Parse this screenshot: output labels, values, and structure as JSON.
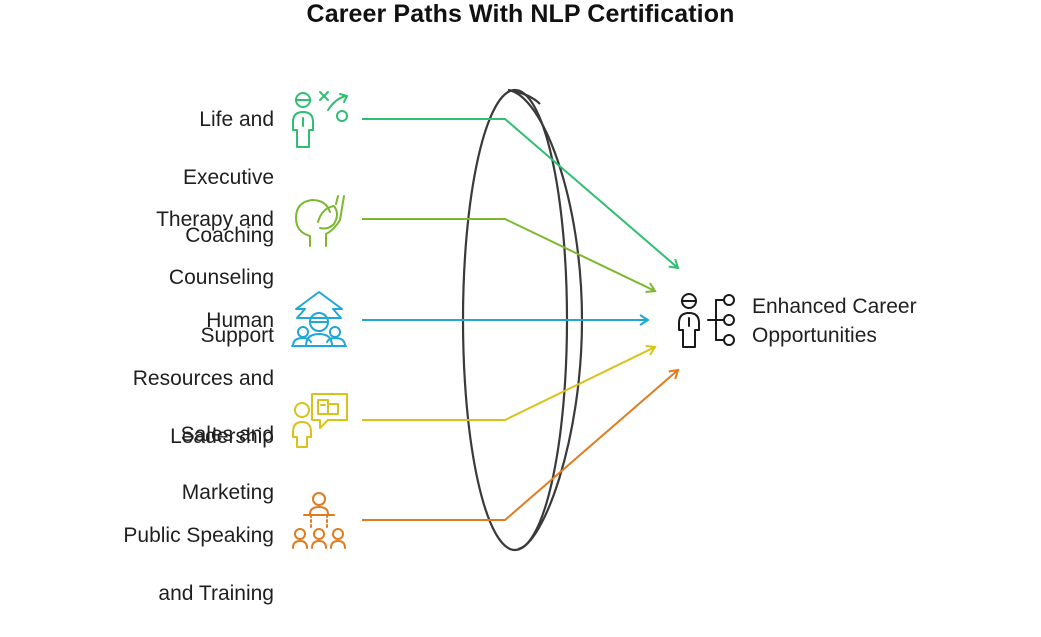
{
  "title": "Career Paths With NLP Certification",
  "paths": [
    {
      "lines": [
        "Life and",
        "Executive",
        "Coaching"
      ],
      "color": "#2fbf71",
      "icon": "coach-strategy-icon"
    },
    {
      "lines": [
        "Therapy and",
        "Counseling",
        "Support"
      ],
      "color": "#7cb82f",
      "icon": "supportive-hand-icon"
    },
    {
      "lines": [
        "Human",
        "Resources and",
        "Leadership"
      ],
      "color": "#1ea7d8",
      "icon": "team-leader-icon"
    },
    {
      "lines": [
        "Sales and",
        "Marketing"
      ],
      "color": "#d9c21a",
      "icon": "presentation-board-icon"
    },
    {
      "lines": [
        "Public Speaking",
        "and Training"
      ],
      "color": "#e07c1f",
      "icon": "speaker-audience-icon"
    }
  ],
  "outcome": {
    "lines": [
      "Enhanced Career",
      "Opportunities"
    ],
    "color": "#1a1a1a",
    "icon": "career-branches-icon"
  },
  "lens_color": "#3a3a3a"
}
